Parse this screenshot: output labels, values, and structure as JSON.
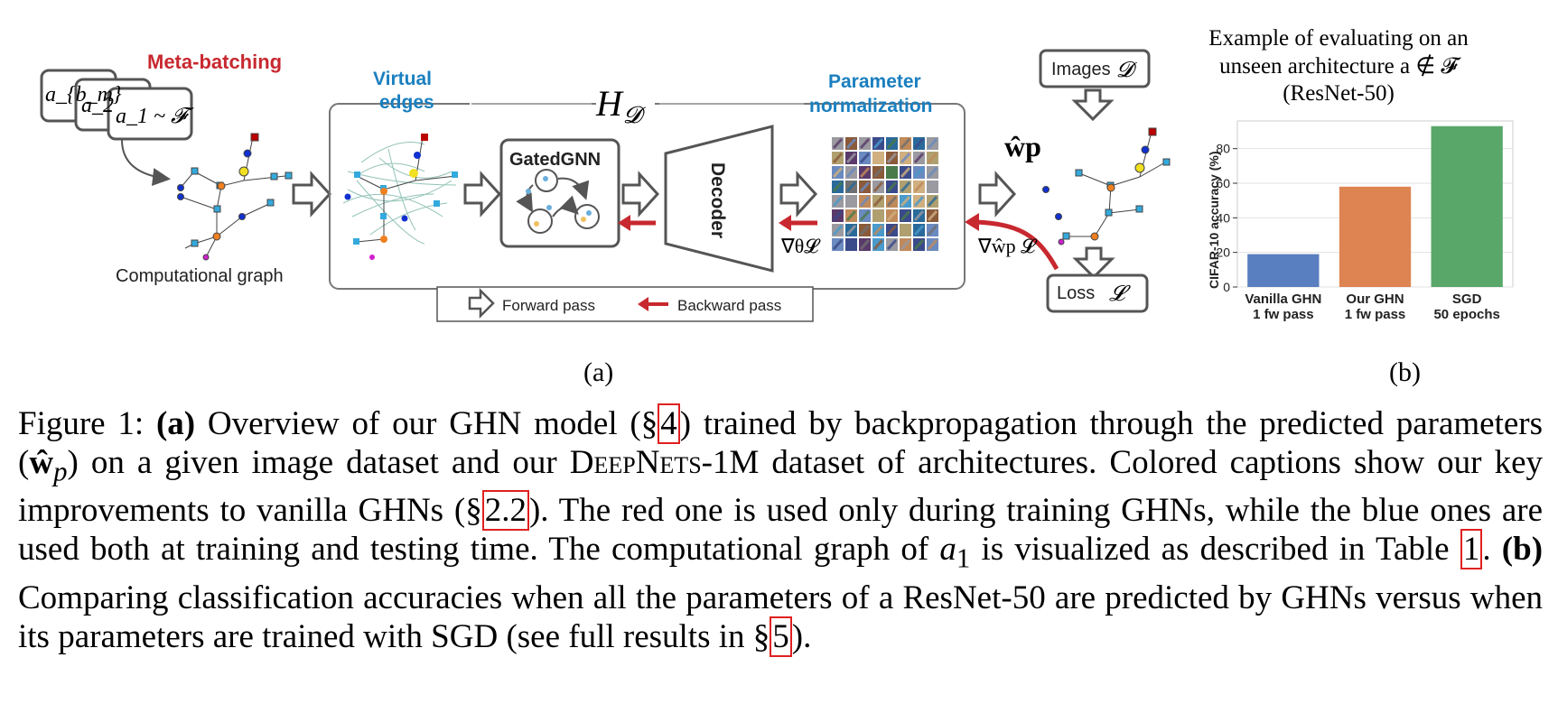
{
  "panel_a": {
    "meta_batching": "Meta-batching",
    "arch_labels": [
      "a_{b_m}",
      "a_2",
      "a_1 ~ 𝓕"
    ],
    "computational_graph": "Computational graph",
    "virtual_edges_1": "Virtual",
    "virtual_edges_2": "edges",
    "hd": "H",
    "hd_sub": "𝓓",
    "param_norm_1": "Parameter",
    "param_norm_2": "normalization",
    "gated_gnn": "GatedGNN",
    "decoder": "Decoder",
    "grad_theta": "∇θ𝓛",
    "grad_w": "∇ŵp 𝓛",
    "w_hat_p": "ŵp",
    "images": "Images",
    "images_d": "𝓓",
    "loss": "Loss",
    "loss_l": "𝓛",
    "legend_forward": "Forward pass",
    "legend_backward": "Backward pass",
    "panel_label": "(a)",
    "colors": {
      "red": "#c8282f",
      "blue": "#1a7fbf",
      "gray": "#5a5a5a"
    }
  },
  "panel_b": {
    "title_line1": "Example of evaluating on an",
    "title_line2": "unseen architecture a ∉ 𝓕",
    "title_line3": "(ResNet-50)",
    "panel_label": "(b)"
  },
  "chart_data": {
    "type": "bar",
    "categories": [
      "Vanilla GHN\n1 fw pass",
      "Our GHN\n1 fw pass",
      "SGD\n50 epochs"
    ],
    "category_lines": [
      [
        "Vanilla GHN",
        "1 fw pass"
      ],
      [
        "Our GHN",
        "1 fw pass"
      ],
      [
        "SGD",
        "50 epochs"
      ]
    ],
    "values": [
      19,
      58,
      93
    ],
    "colors": [
      "#5a7fc0",
      "#de8452",
      "#59a86a"
    ],
    "ylabel": "CIFAR-10 accuracy (%)",
    "ylim": [
      0,
      96
    ],
    "yticks": [
      0,
      20,
      40,
      60,
      80
    ],
    "grid": true
  },
  "caption": {
    "fig": "Figure 1:",
    "a": "(a)",
    "t1": "Overview of our GHN model (§",
    "r1": "4",
    "t2": ") trained by backpropagation through the predicted parameters (",
    "w": "ŵ",
    "wsub": "p",
    "t3": ") on a given image dataset and our",
    "dn": "DeepNets",
    "t4": "-1M dataset of architectures. Colored captions show our key improvements to vanilla GHNs (§",
    "r2": "2.2",
    "t5": "). The red one is used only during training GHNs, while the blue ones are used both at training and testing time. The computational graph of",
    "a1": "a",
    "a1sub": "1",
    "t6": "is visualized as described in Table",
    "r3": "1",
    "t7": ".",
    "b": "(b)",
    "t8": "Comparing classification accuracies when all the parameters of a ResNet-50 are predicted by GHNs versus when its parameters are trained with SGD (see full results in §",
    "r4": "5",
    "t9": ")."
  }
}
